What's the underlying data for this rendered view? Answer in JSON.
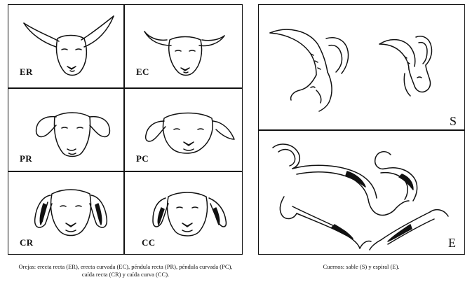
{
  "ear_types": [
    {
      "code": "ER"
    },
    {
      "code": "EC"
    },
    {
      "code": "PR"
    },
    {
      "code": "PC"
    },
    {
      "code": "CR"
    },
    {
      "code": "CC"
    }
  ],
  "horn_types": [
    {
      "code": "S"
    },
    {
      "code": "E"
    }
  ],
  "captions": {
    "ears": "Orejas: erecta recta (ER), erecta curvada (EC), péndula recta (PR), péndula curvada (PC), caída recta (CR) y caída curva (CC).",
    "horns": "Cuernos: sable (S) y espiral (E)."
  }
}
